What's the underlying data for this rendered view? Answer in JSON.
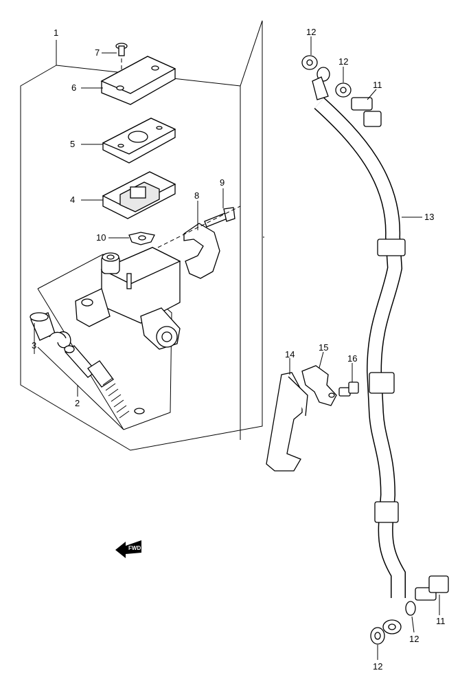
{
  "callouts": {
    "c1": "1",
    "c2": "2",
    "c3": "3",
    "c4": "4",
    "c5": "5",
    "c6": "6",
    "c7": "7",
    "c8": "8",
    "c9": "9",
    "c10": "10",
    "c11a": "11",
    "c11b": "11",
    "c12a": "12",
    "c12b": "12",
    "c12c": "12",
    "c12d": "12",
    "c13": "13",
    "c14": "14",
    "c15": "15",
    "c16": "16"
  },
  "fwd_label": "FWD"
}
